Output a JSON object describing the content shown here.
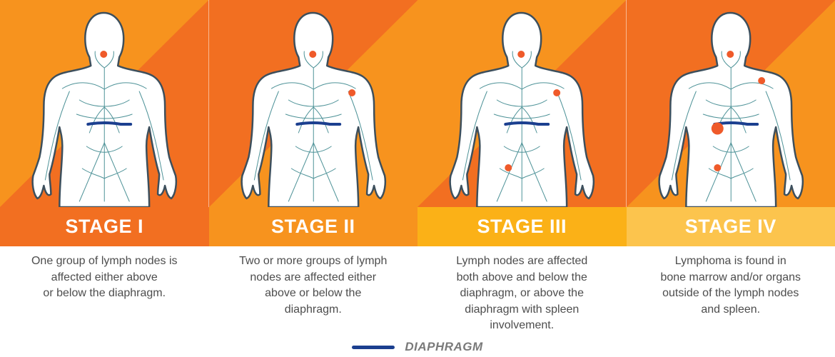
{
  "stages": [
    {
      "title": "STAGE I",
      "description": "One group of lymph nodes is\naffected either above\nor below the diaphragm.",
      "panel_color": "#f7931e",
      "triangle_color": "#f26f21",
      "banner_color": "#f26f21"
    },
    {
      "title": "STAGE II",
      "description": "Two or more groups of lymph\nnodes are affected either\nabove or below the\ndiaphragm.",
      "panel_color": "#f26f21",
      "triangle_color": "#f7931e",
      "banner_color": "#f7931e"
    },
    {
      "title": "STAGE III",
      "description": "Lymph nodes are affected\nboth above and below the\ndiaphragm, or above the\ndiaphragm with spleen\ninvolvement.",
      "panel_color": "#f7931e",
      "triangle_color": "#f26f21",
      "banner_color": "#fbb117"
    },
    {
      "title": "STAGE IV",
      "description": "Lymphoma is found in\nbone marrow and/or organs\noutside of the lymph nodes\nand spleen.",
      "panel_color": "#f26f21",
      "triangle_color": "#f7931e",
      "banner_color": "#fcc44d"
    }
  ],
  "legend": {
    "label": "DIAPHRAGM",
    "line_color": "#1b3f8f"
  },
  "colors": {
    "body_fill": "#ffffff",
    "body_outline": "#3d4f5c",
    "lymph_lines": "#2f7f86",
    "node_dot": "#ef5a2a",
    "diaphragm": "#1b3f8f",
    "description_text": "#4d4d4d"
  }
}
